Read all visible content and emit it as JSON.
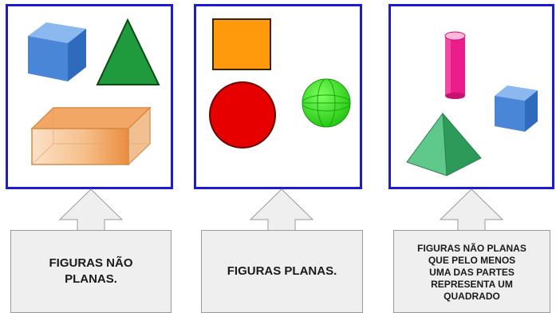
{
  "panels": [
    {
      "name": "non-plane-figures-panel"
    },
    {
      "name": "plane-figures-panel"
    },
    {
      "name": "non-plane-with-square-panel"
    }
  ],
  "captions": [
    {
      "text": "FIGURAS NÃO\nPLANAS."
    },
    {
      "text": "FIGURAS PLANAS."
    },
    {
      "text": "FIGURAS NÃO PLANAS\nQUE PELO MENOS\nUMA DAS PARTES\nREPRESENTA UM\nQUADRADO"
    }
  ],
  "colors": {
    "panel_border": "#1b1bd6",
    "caption_bg": "#efefef",
    "cube": "#4a86d8",
    "triangle": "#1f9a3c",
    "prism": "#f2a35a",
    "square": "#ff9a0d",
    "circle": "#e60000",
    "sphere": "#2ed11c",
    "cylinder": "#ea1d8a",
    "pyramid": "#43b36e"
  }
}
